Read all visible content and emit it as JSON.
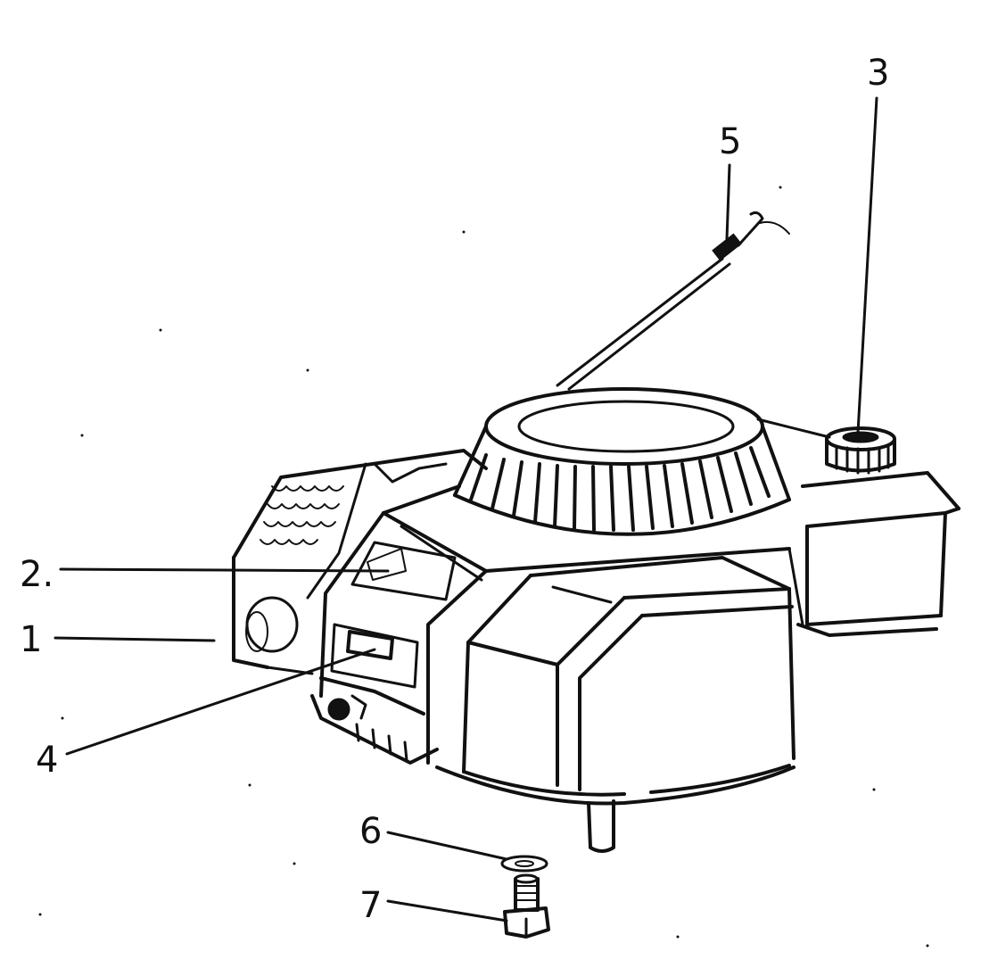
{
  "callouts": [
    {
      "id": "1",
      "label": "1"
    },
    {
      "id": "2",
      "label": "2."
    },
    {
      "id": "3",
      "label": "3"
    },
    {
      "id": "4",
      "label": "4"
    },
    {
      "id": "5",
      "label": "5"
    },
    {
      "id": "6",
      "label": "6"
    },
    {
      "id": "7",
      "label": "7"
    }
  ],
  "colors": {
    "ink": "#111111",
    "paper": "#ffffff"
  }
}
